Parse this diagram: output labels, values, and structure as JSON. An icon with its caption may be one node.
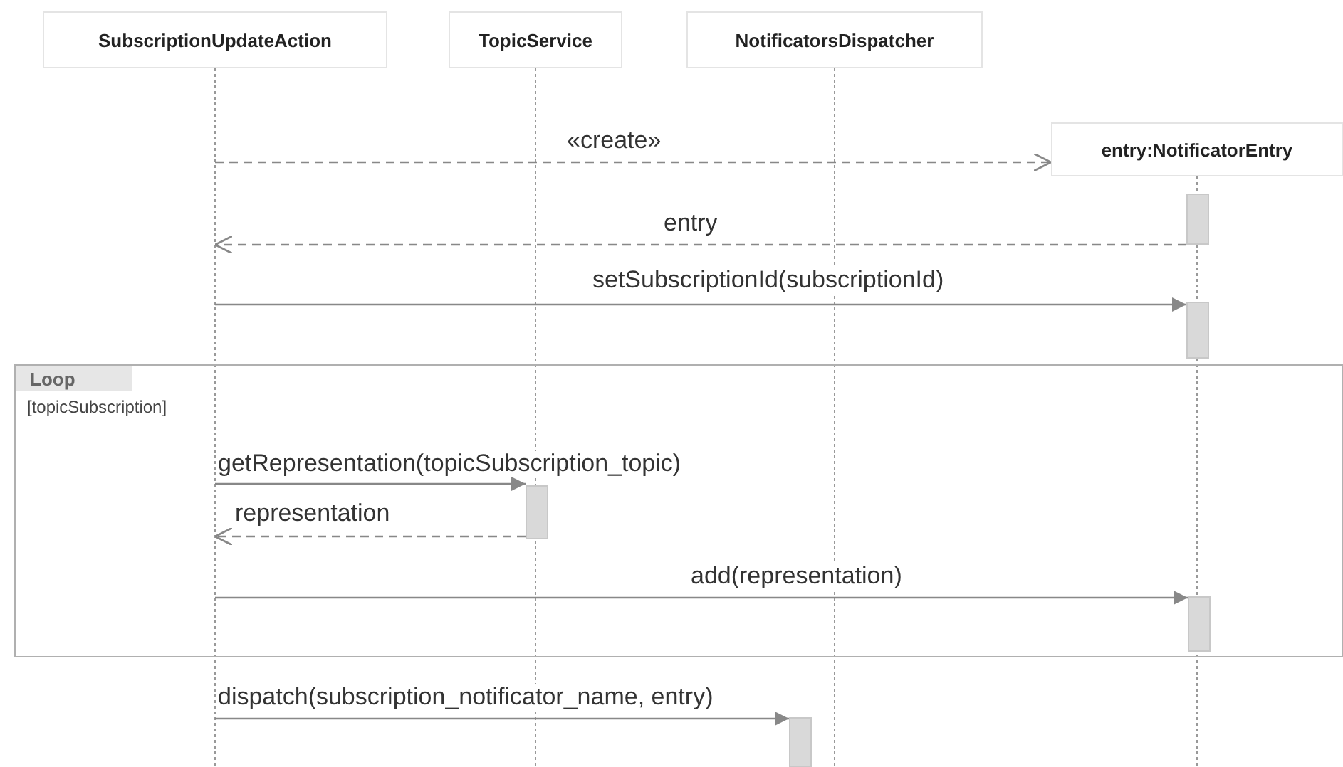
{
  "diagram": {
    "nodes": [
      {
        "text": [
          "SubscriptionUpdateAction"
        ]
      },
      {
        "text": [
          "TopicService"
        ]
      },
      {
        "text": [
          "NotificatorsDispatcher"
        ]
      },
      {
        "text": [
          "entry:NotificatorEntry"
        ]
      },
      {
        "text": [],
        "shape": "bar"
      },
      {
        "text": [],
        "shape": "bar"
      },
      {
        "text": [
          "Loop",
          "[topicSubscription]"
        ]
      },
      {
        "text": [],
        "shape": "bar",
        "in": 6
      },
      {
        "text": [],
        "shape": "bar",
        "in": 6
      },
      {
        "text": [],
        "shape": "bar"
      }
    ],
    "edges": [
      {
        "from": null,
        "to": 3,
        "arrow": "to",
        "label": "«create»",
        "style": "dashed"
      },
      {
        "from": 4,
        "to": null,
        "arrow": "to",
        "label": "entry",
        "style": "dashed"
      },
      {
        "from": null,
        "to": 5,
        "arrow": "to",
        "label": "setSubscriptionId(subscriptionId)"
      },
      {
        "from": null,
        "to": 7,
        "arrow": "to",
        "label": "getRepresentation(topicSubscription_topic)"
      },
      {
        "from": 7,
        "to": null,
        "arrow": "to",
        "label": "representation",
        "style": "dashed"
      },
      {
        "from": null,
        "to": 8,
        "arrow": "to",
        "label": "add(representation)"
      },
      {
        "from": null,
        "to": 9,
        "arrow": "to",
        "label": "dispatch(subscription_notificator_name, entry)"
      }
    ]
  }
}
